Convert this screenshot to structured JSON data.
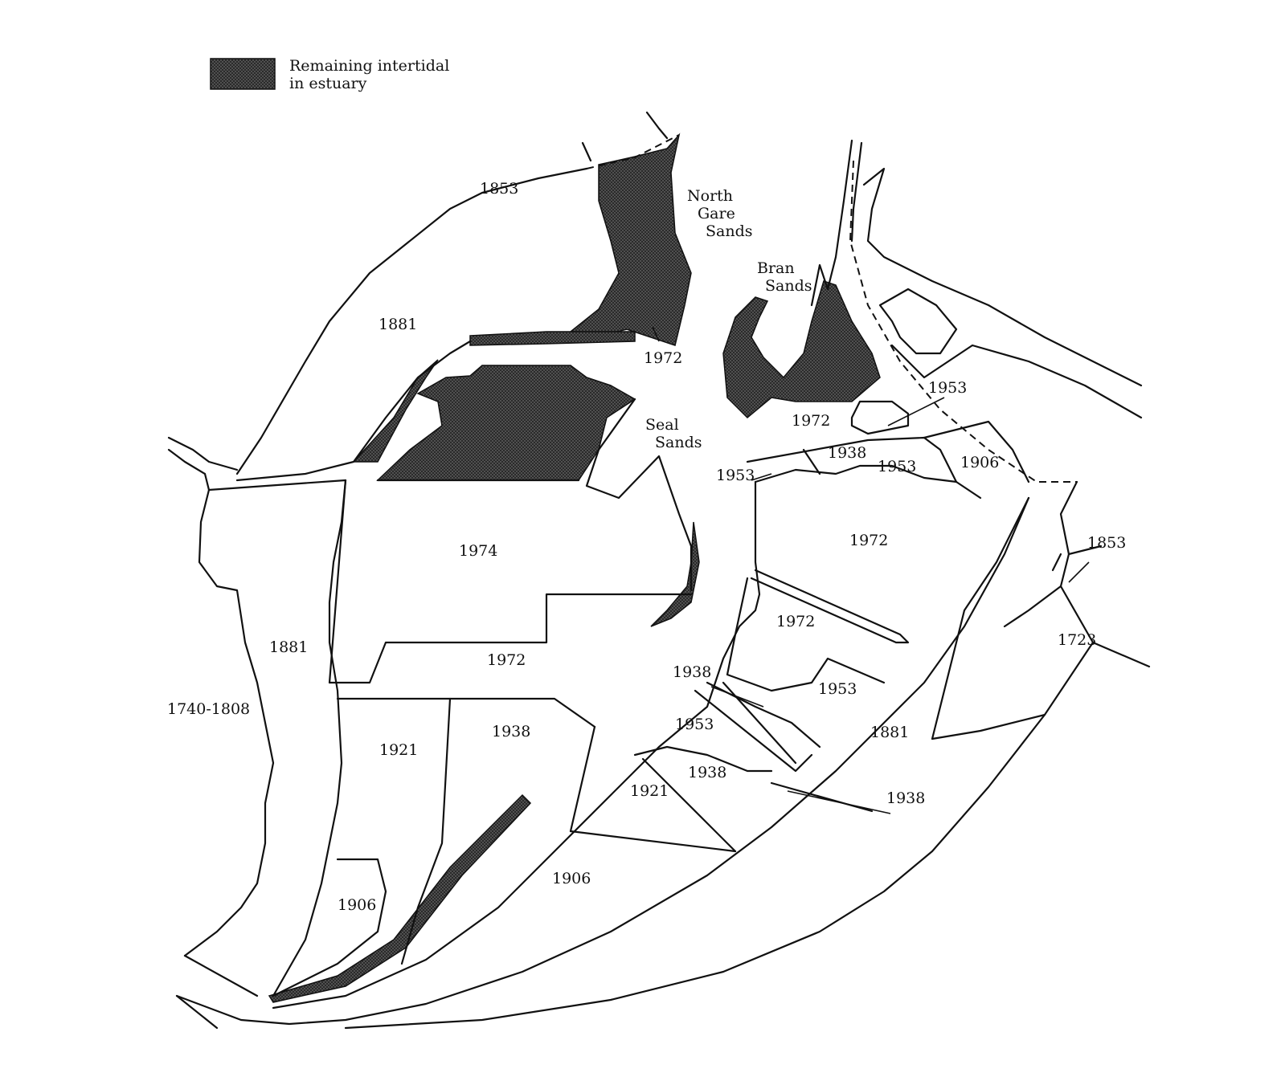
{
  "legend": {
    "text_line1": "Remaining intertidal",
    "text_line2": "in estuary"
  },
  "places": {
    "north_gare_1": "North",
    "north_gare_2": "Gare",
    "north_gare_3": "Sands",
    "bran_1": "Bran",
    "bran_2": "Sands",
    "seal_1": "Seal",
    "seal_2": "Sands"
  },
  "years": {
    "y1853_top": "1853",
    "y1881_north": "1881",
    "y1972_gare": "1972",
    "y1953_bran": "1953",
    "y1972_bran": "1972",
    "y1938_a": "1938",
    "y1953_a": "1953",
    "y1906_a": "1906",
    "y1953_b": "1953",
    "y1972_mid": "1972",
    "y1853_right": "1853",
    "y1974": "1974",
    "y1881_west": "1881",
    "y1972_c": "1972",
    "y1972_d": "1972",
    "y1723": "1723",
    "y1740_1808": "1740-1808",
    "y1938_b": "1938",
    "y1953_c": "1953",
    "y1921_a": "1921",
    "y1938_c": "1938",
    "y1953_d": "1953",
    "y1881_e": "1881",
    "y1938_d": "1938",
    "y1921_b": "1921",
    "y1938_e": "1938",
    "y1906_b": "1906",
    "y1906_c": "1906"
  },
  "colors": {
    "ink": "#111111",
    "paper": "#ffffff"
  }
}
